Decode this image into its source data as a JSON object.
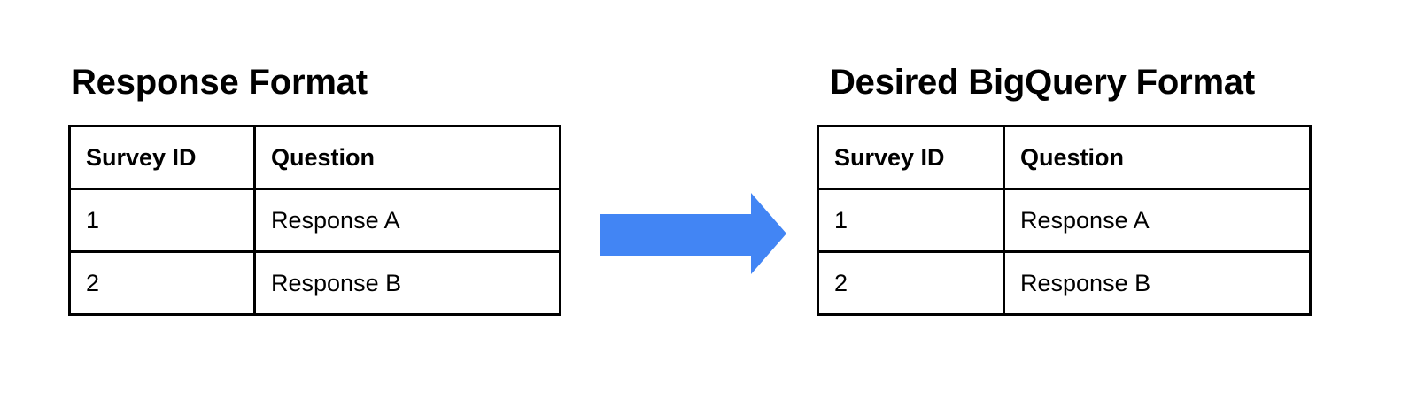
{
  "page": {
    "background_color": "#ffffff",
    "text_color": "#000000",
    "accent_color": "#4285F4"
  },
  "left_panel": {
    "title": "Response Format",
    "table": {
      "columns": [
        "Survey ID",
        "Question"
      ],
      "rows": [
        [
          "1",
          "Response A"
        ],
        [
          "2",
          "Response B"
        ]
      ]
    }
  },
  "arrow": {
    "icon": "right-arrow-icon",
    "color": "#4285F4",
    "direction": "right"
  },
  "right_panel": {
    "title": "Desired BigQuery Format",
    "table": {
      "columns": [
        "Survey ID",
        "Question"
      ],
      "rows": [
        [
          "1",
          "Response A"
        ],
        [
          "2",
          "Response B"
        ]
      ]
    }
  }
}
